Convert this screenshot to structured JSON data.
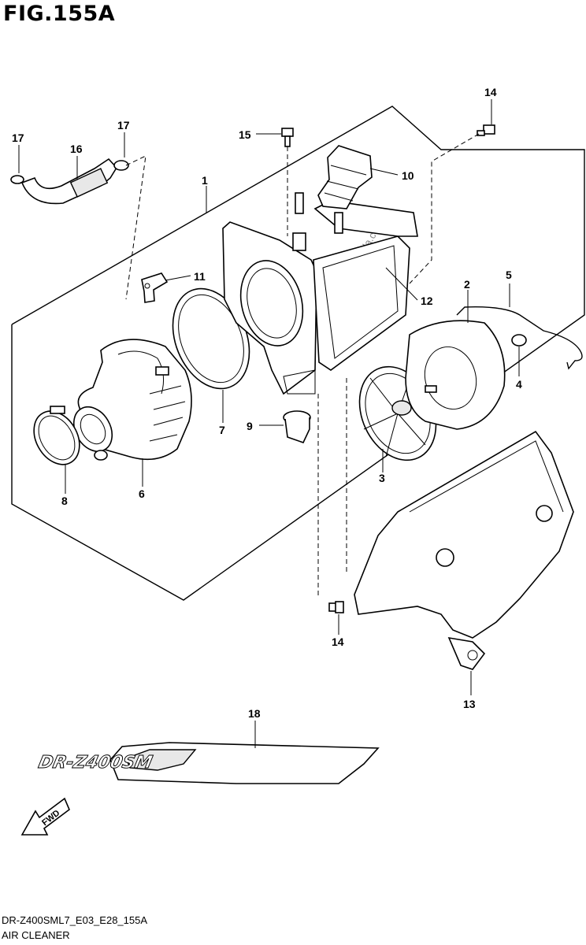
{
  "figure": {
    "title": "FIG.155A"
  },
  "callouts": [
    {
      "id": "c1",
      "label": "1"
    },
    {
      "id": "c2",
      "label": "2"
    },
    {
      "id": "c3",
      "label": "3"
    },
    {
      "id": "c4",
      "label": "4"
    },
    {
      "id": "c5",
      "label": "5"
    },
    {
      "id": "c6",
      "label": "6"
    },
    {
      "id": "c7",
      "label": "7"
    },
    {
      "id": "c8",
      "label": "8"
    },
    {
      "id": "c9",
      "label": "9"
    },
    {
      "id": "c10",
      "label": "10"
    },
    {
      "id": "c11",
      "label": "11"
    },
    {
      "id": "c12",
      "label": "12"
    },
    {
      "id": "c13",
      "label": "13"
    },
    {
      "id": "c14a",
      "label": "14"
    },
    {
      "id": "c14b",
      "label": "14"
    },
    {
      "id": "c15",
      "label": "15"
    },
    {
      "id": "c16",
      "label": "16"
    },
    {
      "id": "c17a",
      "label": "17"
    },
    {
      "id": "c17b",
      "label": "17"
    },
    {
      "id": "c18",
      "label": "18"
    }
  ],
  "decal": {
    "text": "DR-Z400SM"
  },
  "fwd_arrow": {
    "text": "FWD"
  },
  "watermark": {
    "text": "partzilla.com"
  },
  "footer": {
    "code": "DR-Z400SML7_E03_E28_155A",
    "section": "AIR CLEANER"
  }
}
